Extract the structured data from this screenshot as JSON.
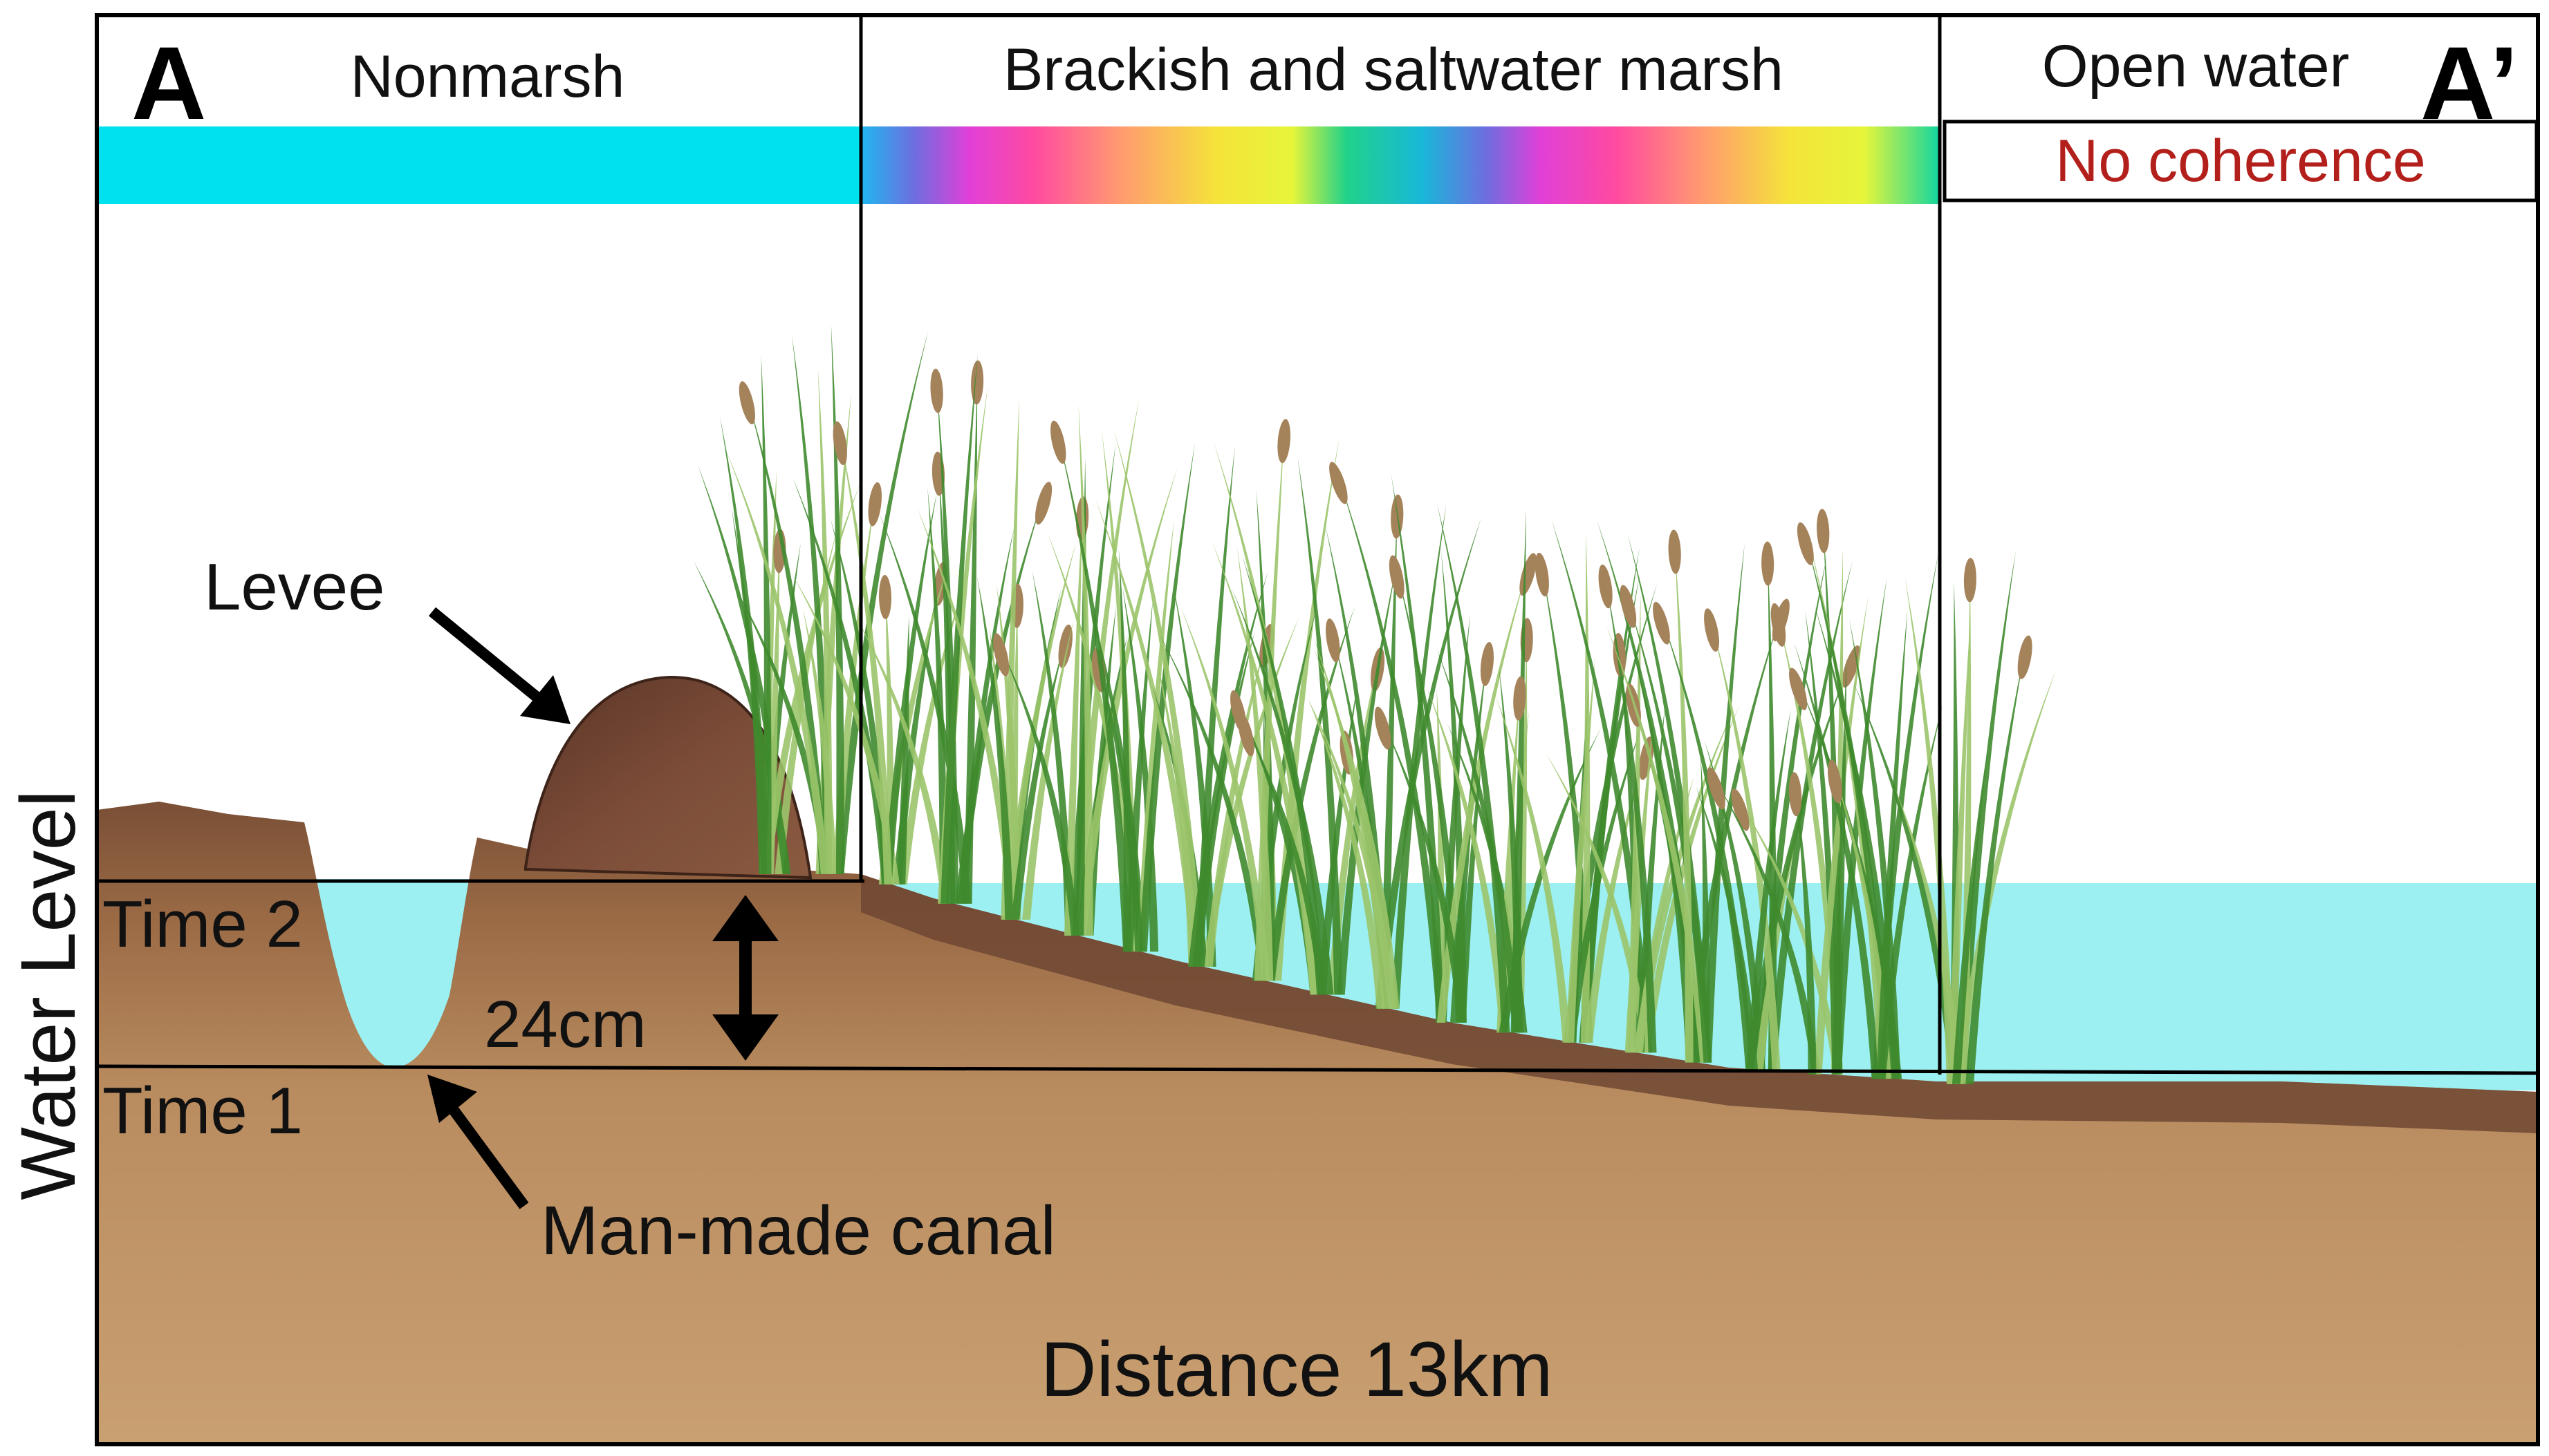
{
  "labels": {
    "left_marker": "A",
    "right_marker": "A’",
    "zone_nonmarsh": "Nonmarsh",
    "zone_marsh": "Brackish and saltwater marsh",
    "zone_open_water": "Open water",
    "no_coherence": "No coherence",
    "levee": "Levee",
    "time2": "Time 2",
    "time1": "Time 1",
    "difference": "24cm",
    "canal": "Man-made canal",
    "y_axis": "Water Level",
    "distance": "Distance 13km"
  },
  "colors": {
    "soil_dark": "#7a4f36",
    "soil_mid": "#a7774f",
    "soil_light": "#c49a6c",
    "levee": "#6e4533",
    "water": "#9df0f2",
    "nonmarsh_bar": "#00e1ef",
    "no_coherence_text": "#b3201b",
    "grass_dark": "#3f8a2e",
    "grass_light": "#9bc46a",
    "seed_heads": "#a5835a",
    "frame": "#000000"
  },
  "icons": {
    "levee_arrow": "arrow-down-right-icon",
    "canal_arrow": "arrow-up-left-icon",
    "difference_arrow": "double-arrow-vertical-icon"
  },
  "coherence_scale": "rainbow"
}
